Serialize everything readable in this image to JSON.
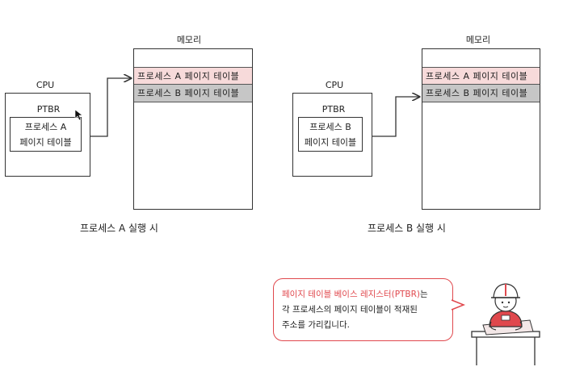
{
  "diagrams": [
    {
      "cpu_label": "CPU",
      "ptbr_label": "PTBR",
      "ptbr_value_lines": [
        "프로세스 A",
        "페이지 테이블"
      ],
      "memory_label": "메모리",
      "memory_rows": [
        "프로세스 A 페이지 테이블",
        "프로세스 B 페이지 테이블"
      ],
      "caption": "프로세스 A 실행 시"
    },
    {
      "cpu_label": "CPU",
      "ptbr_label": "PTBR",
      "ptbr_value_lines": [
        "프로세스 B",
        "페이지 테이블"
      ],
      "memory_label": "메모리",
      "memory_rows": [
        "프로세스 A 페이지 테이블",
        "프로세스 B 페이지 테이블"
      ],
      "caption": "프로세스 B 실행 시"
    }
  ],
  "callout": {
    "highlight": "페이지 테이블 베이스 레지스터(PTBR)",
    "rest_line1": "는",
    "line2": "각 프로세스의 페이지 테이블이 적재된",
    "line3": "주소를 가리킵니다."
  },
  "colors": {
    "row_a": "#f7dada",
    "row_b": "#c6c6c6",
    "accent": "#e0484d"
  }
}
